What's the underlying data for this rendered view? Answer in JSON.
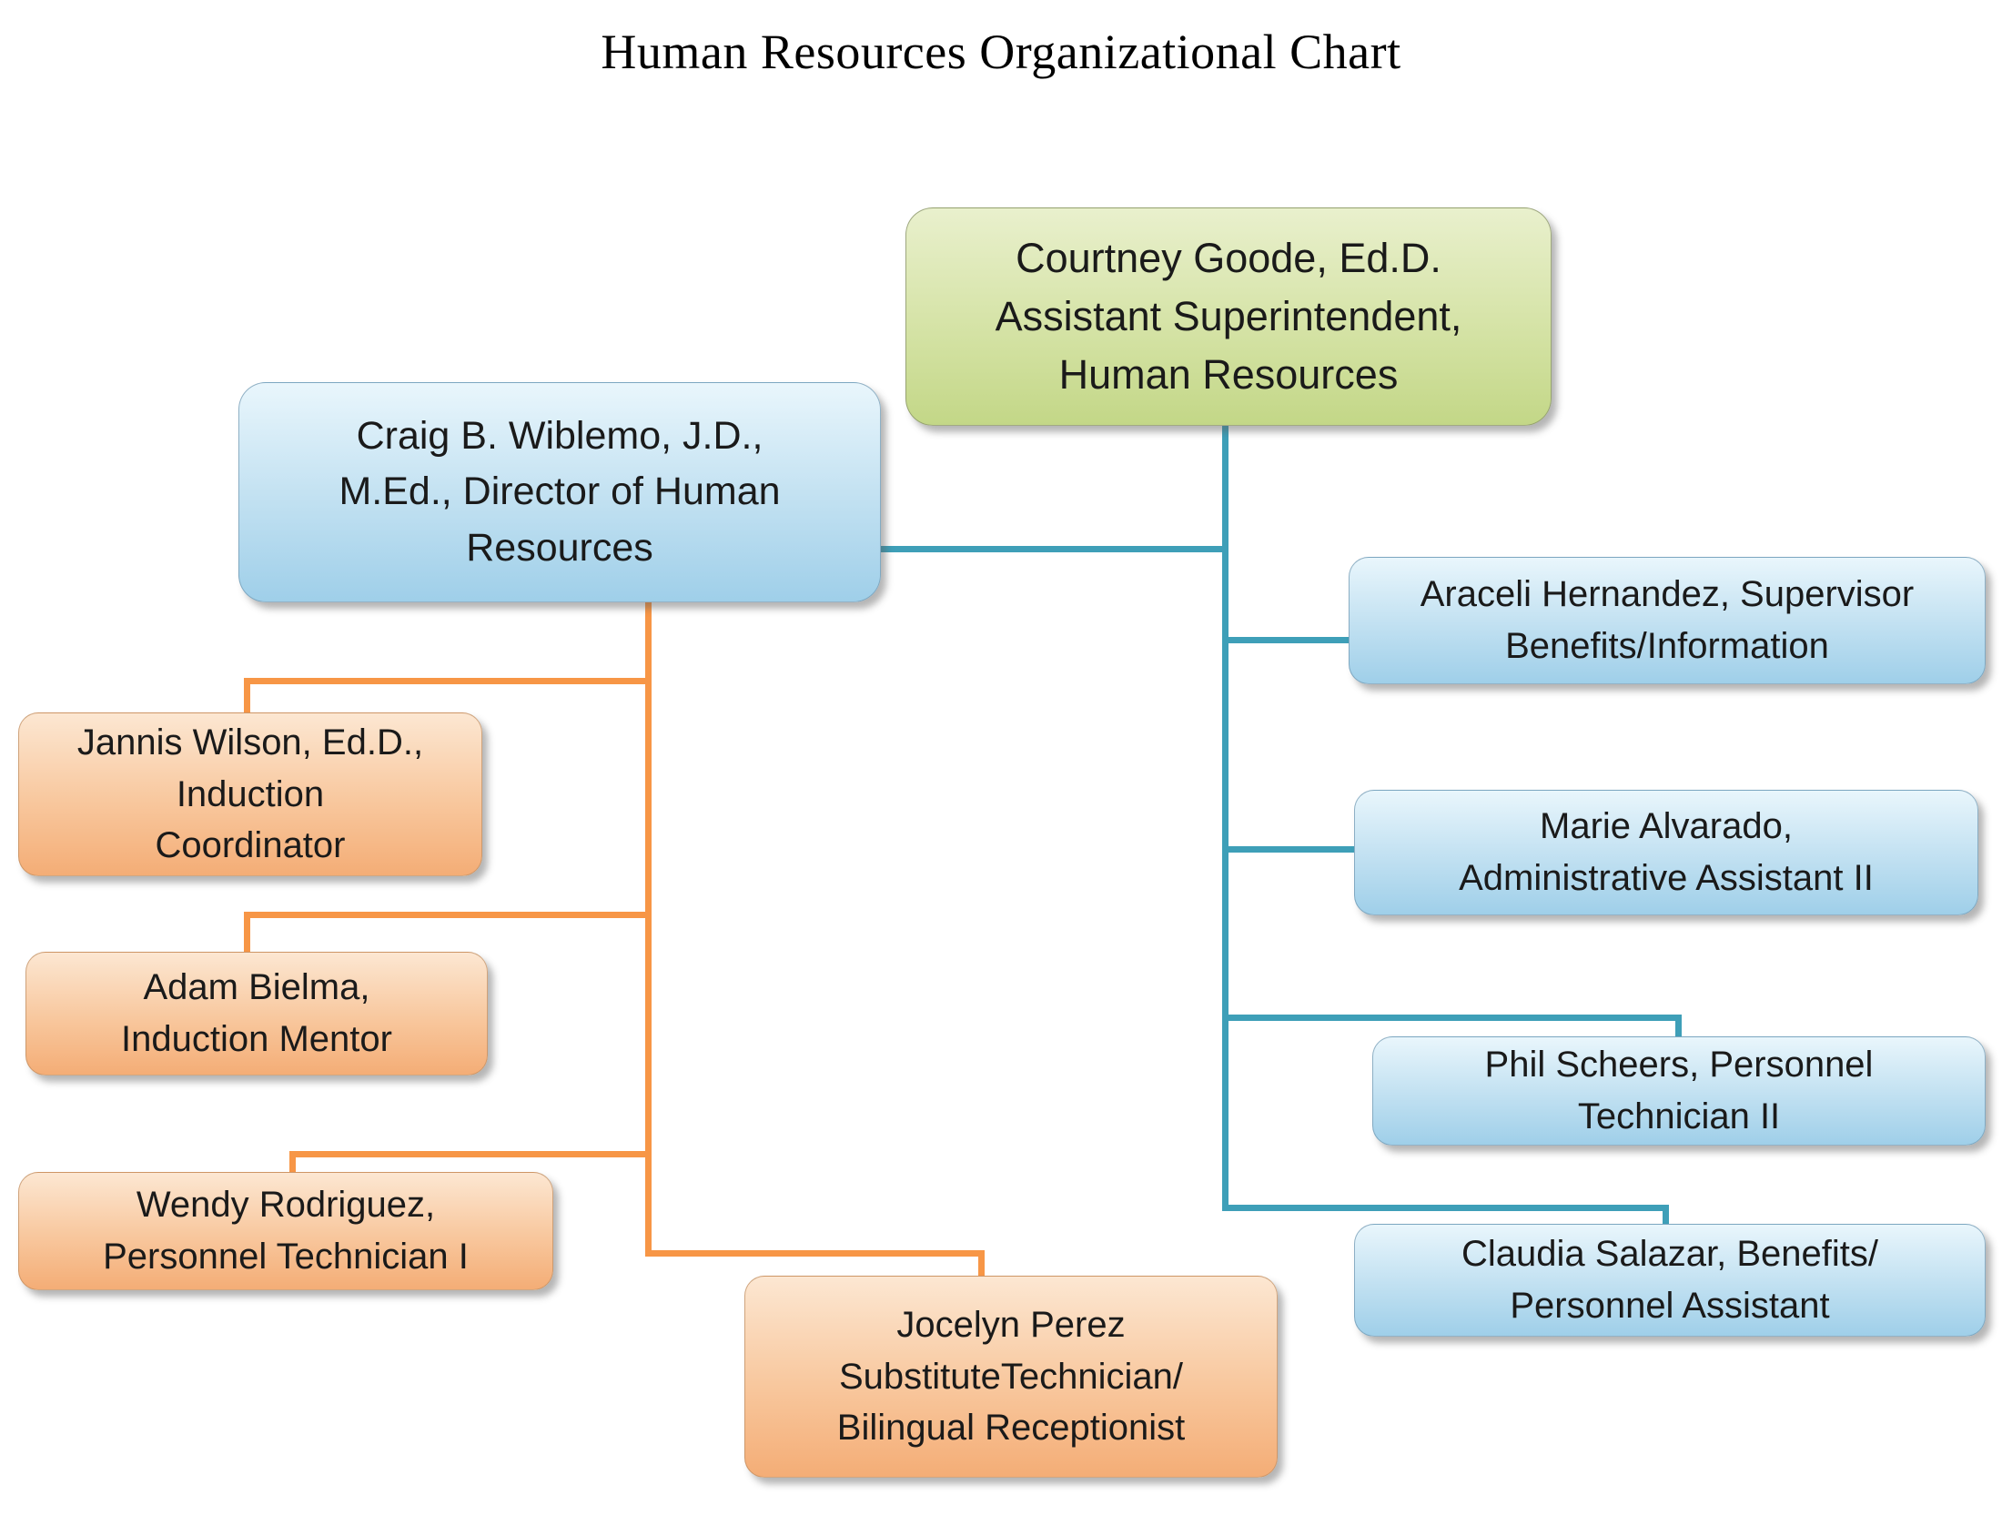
{
  "page": {
    "title": "Human Resources Organizational Chart"
  },
  "colors": {
    "teal": "#3E9FB8",
    "orange": "#F79646",
    "green_top": "#E9F0CD",
    "green_bottom": "#C3D787",
    "blue_top": "#E9F6FC",
    "blue_bottom": "#9FCFE9",
    "orange_top": "#FCE7D2",
    "orange_bottom": "#F4AD76"
  },
  "nodes": {
    "courtney": {
      "label": "Courtney Goode, Ed.D.\nAssistant Superintendent,\nHuman Resources"
    },
    "craig": {
      "label": "Craig B. Wiblemo, J.D.,\nM.Ed., Director of Human\nResources"
    },
    "araceli": {
      "label": "Araceli Hernandez, Supervisor\nBenefits/Information"
    },
    "marie": {
      "label": "Marie Alvarado,\nAdministrative Assistant II"
    },
    "phil": {
      "label": "Phil Scheers, Personnel\nTechnician II"
    },
    "claudia": {
      "label": "Claudia Salazar, Benefits/\nPersonnel Assistant"
    },
    "jannis": {
      "label": "Jannis Wilson, Ed.D.,\nInduction\nCoordinator"
    },
    "adam": {
      "label": "Adam Bielma,\nInduction Mentor"
    },
    "wendy": {
      "label": "Wendy Rodriguez,\nPersonnel Technician I"
    },
    "jocelyn": {
      "label": "Jocelyn Perez\nSubstituteTechnician/\nBilingual Receptionist"
    }
  },
  "chart_data": {
    "type": "org-chart",
    "title": "Human Resources Organizational Chart",
    "root": "Courtney Goode, Ed.D. — Assistant Superintendent, Human Resources",
    "hierarchy": [
      {
        "name": "Courtney Goode, Ed.D.",
        "role": "Assistant Superintendent, Human Resources",
        "reports": [
          {
            "name": "Craig B. Wiblemo, J.D., M.Ed.",
            "role": "Director of Human Resources",
            "reports": [
              {
                "name": "Jannis Wilson, Ed.D.",
                "role": "Induction Coordinator"
              },
              {
                "name": "Adam Bielma",
                "role": "Induction Mentor"
              },
              {
                "name": "Wendy Rodriguez",
                "role": "Personnel Technician I"
              },
              {
                "name": "Jocelyn Perez",
                "role": "SubstituteTechnician/Bilingual Receptionist"
              }
            ]
          },
          {
            "name": "Araceli Hernandez",
            "role": "Supervisor Benefits/Information"
          },
          {
            "name": "Marie Alvarado",
            "role": "Administrative Assistant II"
          },
          {
            "name": "Phil Scheers",
            "role": "Personnel Technician II"
          },
          {
            "name": "Claudia Salazar",
            "role": "Benefits/Personnel Assistant"
          }
        ]
      }
    ]
  }
}
